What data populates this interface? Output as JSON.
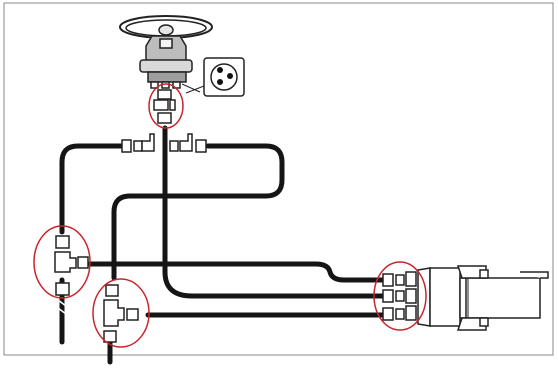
{
  "diagram": {
    "kind": "hydraulic steering system schematic",
    "components": [
      {
        "id": "steering-wheel",
        "icon": "steering-wheel-icon"
      },
      {
        "id": "helm-pump",
        "icon": "helm-pump-icon"
      },
      {
        "id": "port-detail-callout",
        "icon": "three-port-fitting-icon"
      },
      {
        "id": "steering-cylinder",
        "icon": "hydraulic-cylinder-icon"
      },
      {
        "id": "cylinder-mount",
        "icon": "mount-bracket-icon"
      }
    ],
    "highlight_color": "#c8252c",
    "line_color": "#151515",
    "highlighted_fitting_groups": 4
  }
}
